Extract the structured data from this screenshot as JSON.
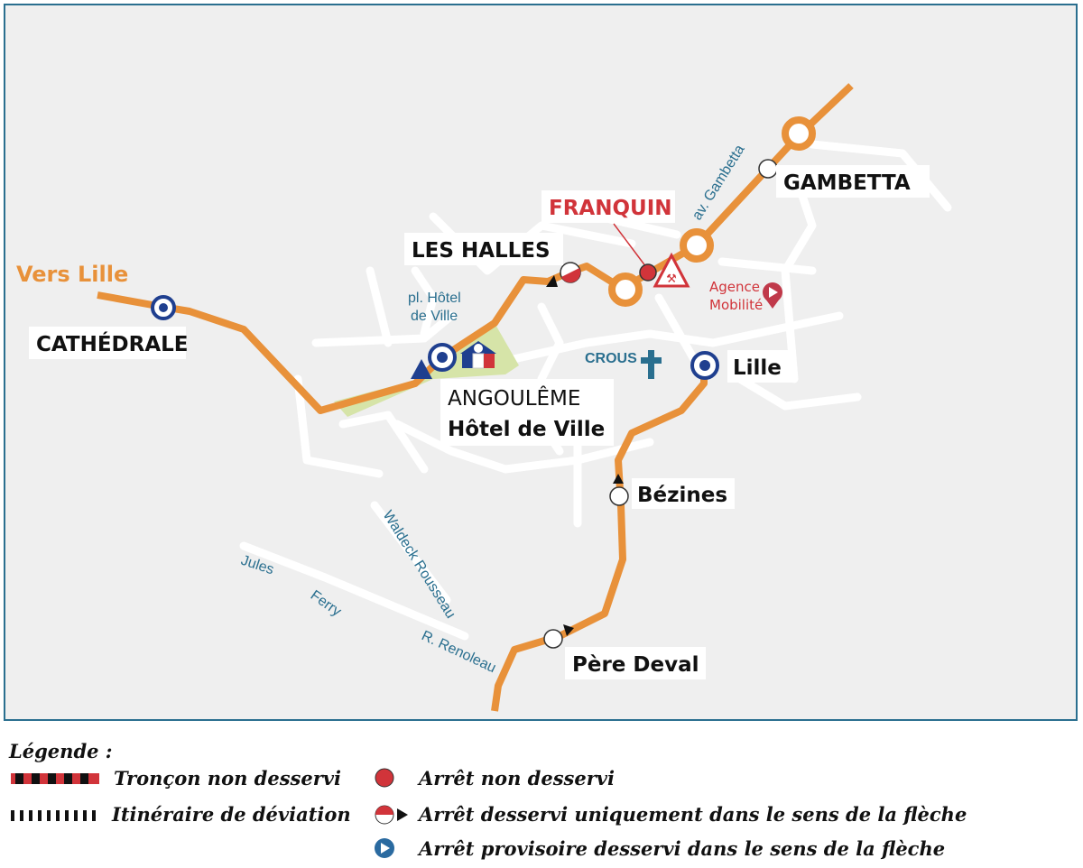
{
  "map": {
    "direction_label": "Vers Lille",
    "stops": {
      "cathedrale": "CATHÉDRALE",
      "les_halles": "LES HALLES",
      "franquin": "FRANQUIN",
      "gambetta": "GAMBETTA",
      "lille": "Lille",
      "bezines": "Bézines",
      "pere_deval": "Père Deval",
      "hdv_line1": "ANGOULÊME",
      "hdv_line2": "Hôtel de Ville"
    },
    "places": {
      "pl_hdv_1": "pl. Hôtel",
      "pl_hdv_2": "de Ville",
      "crous": "CROUS",
      "agence_1": "Agence",
      "agence_2": "Mobilité"
    },
    "streets": {
      "gambetta": "av. Gambetta",
      "waldeck": "Waldeck Rousseau",
      "jules": "Jules",
      "ferry": "Ferry",
      "renoleau": "R. Renoleau"
    },
    "colors": {
      "route": "#e8913a",
      "closed": "#d1343a",
      "provisional": "#1f3f8f",
      "border": "#2a6f8f"
    }
  },
  "legend": {
    "title": "Légende :",
    "items": [
      "Tronçon non desservi",
      "Itinéraire de déviation",
      "Arrêt non desservi",
      "Arrêt desservi uniquement dans le sens de la flèche",
      "Arrêt provisoire desservi dans le sens de la flèche"
    ]
  }
}
